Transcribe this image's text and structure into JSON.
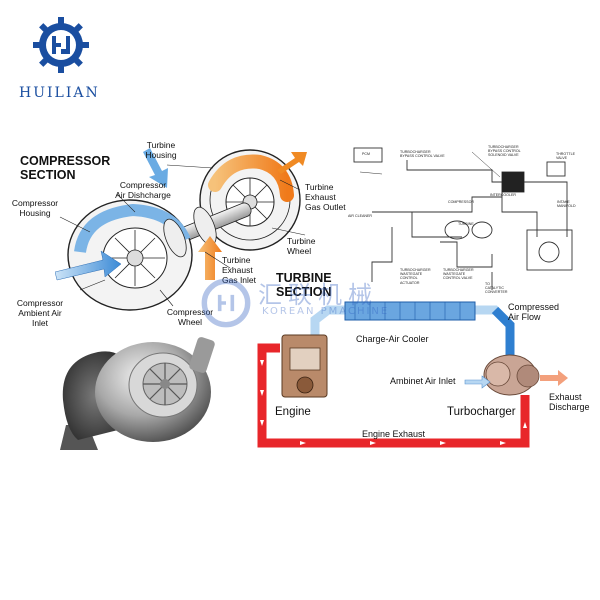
{
  "brand": {
    "name": "HUILIAN",
    "logo_icon": "huilian-gear-logo",
    "color": "#1a4ea0"
  },
  "watermark": {
    "cn": "汇联机械",
    "en": "KOREAN PMACHINE",
    "color": "#2b5cbf"
  },
  "cutaway": {
    "compressor_section": "COMPRESSOR\nSECTION",
    "turbine_section": "TURBINE\nSECTION",
    "turbine_housing": "Turbine\nHousing",
    "compressor_air_discharge": "Compressor\nAir Dishcharge",
    "compressor_housing": "Compressor\nHousing",
    "turbine_exhaust_gas_outlet": "Turbine\nExhaust\nGas Outlet",
    "turbine_wheel": "Turbine\nWheel",
    "turbine_exhaust_gas_inlet": "Turbine\nExhaust\nGas Inlet",
    "compressor_ambient_air_inlet": "Compressor\nAmbient Air\nInlet",
    "compressor_wheel": "Compressor\nWheel"
  },
  "schematic": {
    "pcm": "PCM",
    "bypass_valve": "TURBOCHARGER\nBYPASS CONTROL VALVE",
    "solenoid_valve": "TURBOCHARGER\nBYPASS CONTROL\nSOLENOID VALVE",
    "throttle_valve": "THROTTLE\nVALVE",
    "intercooler": "INTERCOOLER",
    "compressor": "COMPRESSOR",
    "intake_manifold": "INTAKE\nMANIFOLD",
    "air_cleaner": "AIR CLEANER",
    "turbine": "TURBINE",
    "wastegate_actuator": "TURBOCHARGER\nWASTEGATE\nCONTROL\nACTUATOR",
    "wastegate_valve": "TURBOCHARGER\nWASTEGATE\nCONTROL VALVE",
    "to_converter": "To\nCatalytic\nConverter"
  },
  "flow": {
    "charge_air_cooler": "Charge-Air Cooler",
    "compressed_air_flow": "Compressed\nAir Flow",
    "ambient_air_inlet": "Ambinet Air Inlet",
    "engine": "Engine",
    "turbocharger": "Turbocharger",
    "exhaust_discharge": "Exhaust\nDischarge",
    "engine_exhaust": "Engine Exhaust"
  },
  "colors": {
    "exhaust_red": "#e8262a",
    "cool_blue": "#2f7fd0",
    "hot_orange": "#f08a24"
  }
}
